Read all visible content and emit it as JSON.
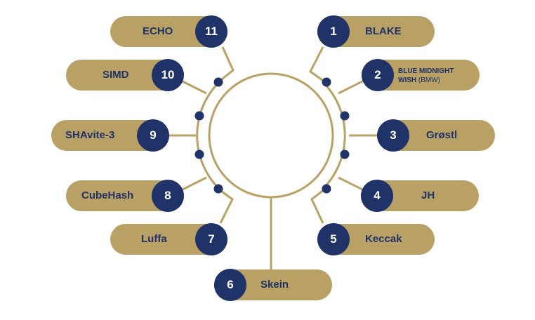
{
  "colors": {
    "gold": "#b9a064",
    "navy": "#1f3369",
    "white": "#ffffff"
  },
  "items": [
    {
      "number": "1",
      "name": "BLAKE"
    },
    {
      "number": "2",
      "name": "BLUE MIDNIGHT",
      "name_line2": "WISH",
      "name_suffix": "(BMW)"
    },
    {
      "number": "3",
      "name": "Grøstl"
    },
    {
      "number": "4",
      "name": "JH"
    },
    {
      "number": "5",
      "name": "Keccak"
    },
    {
      "number": "6",
      "name": "Skein"
    },
    {
      "number": "7",
      "name": "Luffa"
    },
    {
      "number": "8",
      "name": "CubeHash"
    },
    {
      "number": "9",
      "name": "SHAvite-3"
    },
    {
      "number": "10",
      "name": "SIMD"
    },
    {
      "number": "11",
      "name": "ECHO"
    }
  ]
}
